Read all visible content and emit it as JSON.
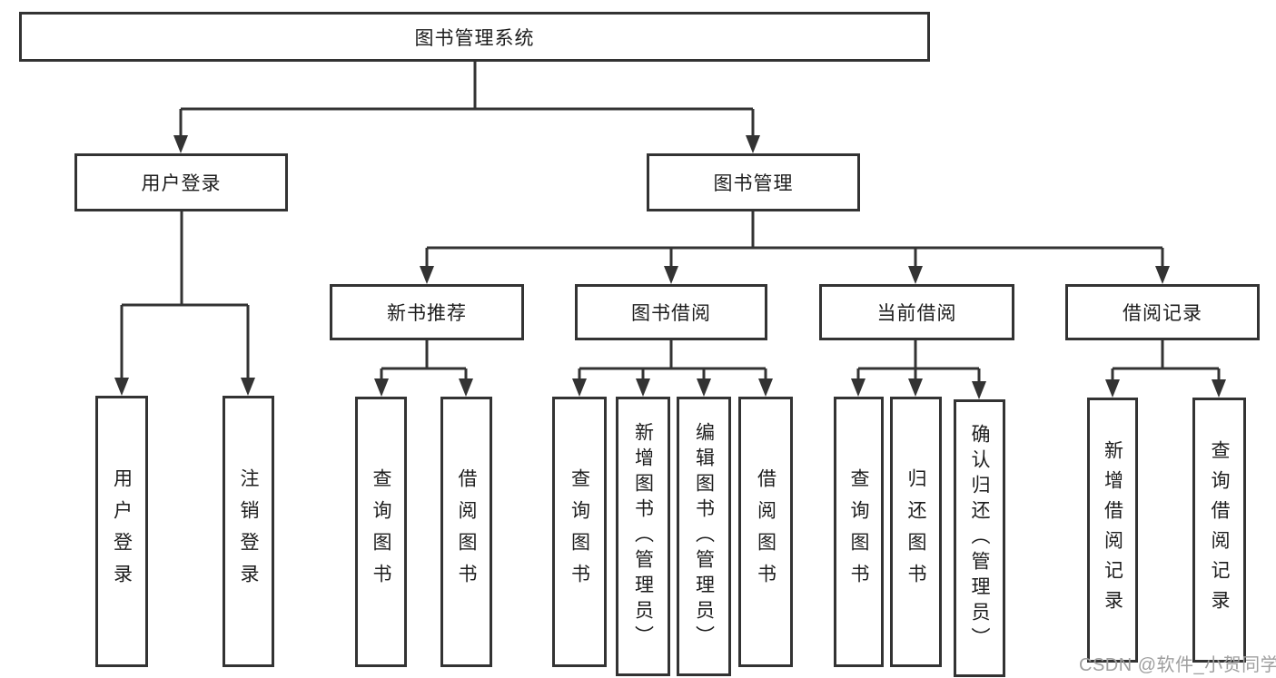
{
  "nodes": {
    "root": "图书管理系统",
    "user_login": "用户登录",
    "book_mgmt": "图书管理",
    "new_book_rec": "新书推荐",
    "book_borrow": "图书借阅",
    "current_borrow": "当前借阅",
    "borrow_record": "借阅记录",
    "leaf_user_login": "用户登录",
    "leaf_logout": "注销登录",
    "leaf_query_book_a": "查询图书",
    "leaf_borrow_book_a": "借阅图书",
    "leaf_query_book_b": "查询图书",
    "leaf_add_book": "新增图书（管理员）",
    "leaf_edit_book": "编辑图书（管理员）",
    "leaf_borrow_book_b": "借阅图书",
    "leaf_query_book_c": "查询图书",
    "leaf_return_book": "归还图书",
    "leaf_confirm_return": "确认归还（管理员）",
    "leaf_add_record": "新增借阅记录",
    "leaf_query_record": "查询借阅记录"
  },
  "hierarchy": {
    "图书管理系统": {
      "用户登录": [
        "用户登录",
        "注销登录"
      ],
      "图书管理": {
        "新书推荐": [
          "查询图书",
          "借阅图书"
        ],
        "图书借阅": [
          "查询图书",
          "新增图书（管理员）",
          "编辑图书（管理员）",
          "借阅图书"
        ],
        "当前借阅": [
          "查询图书",
          "归还图书",
          "确认归还（管理员）"
        ],
        "借阅记录": [
          "新增借阅记录",
          "查询借阅记录"
        ]
      }
    }
  },
  "watermark": "CSDN @软件_小贺同学",
  "colors": {
    "line": "#333333",
    "text": "#1d1d1d",
    "watermark": "#9f9f9f",
    "background": "#ffffff"
  }
}
